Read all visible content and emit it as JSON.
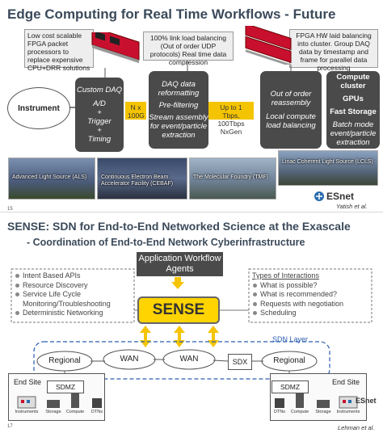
{
  "slide1": {
    "title": "Edge Computing for Real Time Workflows - Future",
    "note_left": "Low cost scalable FPGA packet processors to replace expensive CPU+DRR solutions",
    "note_mid": "100% link load balancing (Out of order UDP protocols) Real time data compression",
    "note_right": "FPGA HW laid balancing into cluster. Group DAQ data by timestamp and frame for parallel data processing",
    "instrument": "Instrument",
    "daq": {
      "title": "Custom DAQ",
      "l1": "A/D",
      "l2": "+",
      "l3": "Trigger",
      "l4": "+",
      "l5": "Timing"
    },
    "link1": "N x 100G",
    "reformat": {
      "l1": "DAQ data reformatting",
      "l2": "Pre-filtering",
      "l3": "Stream assembly for event/particle extraction"
    },
    "link2": "Up to 1 Tbps, 100Tbps NxGen",
    "reassembly": {
      "l1": "Out of order reassembly",
      "l2": "Local compute load balancing"
    },
    "cluster": {
      "l1": "Compute cluster",
      "l2": "GPUs",
      "l3": "Fast Storage",
      "l4": "Batch mode event/particle extraction"
    },
    "photos": [
      "Advanced Light Source (ALS)",
      "Continuous Electron Beam Accelerator Facility (CEBAF)",
      "The Molecular Foundry (TMF)",
      "Linac Coherent Light Source (LCLS)"
    ],
    "credit": "Yatish et al.",
    "page": "15",
    "logo": "ESnet"
  },
  "slide2": {
    "title": "SENSE: SDN for End-to-End Networked Science at the Exascale",
    "subtitle": "-   Coordination of End-to-End Network Cyberinfrastructure",
    "app": "Application Workflow Agents",
    "sense": "SENSE",
    "left_list": [
      "Intent Based APIs",
      "Resource Discovery",
      "Service Life Cycle",
      "Monitoring/Troubleshooting",
      "Deterministic Networking"
    ],
    "right_head": "Types of Interactions",
    "right_list": [
      "What is possible?",
      "What is recommended?",
      "Requests with negotiation",
      "Scheduling"
    ],
    "sdn_layer": "SDN Layer",
    "clouds": [
      "Regional",
      "WAN",
      "WAN",
      "Regional"
    ],
    "sdx": "SDX",
    "end_site": "End Site",
    "sdmz": "SDMZ",
    "left_devices": [
      "Instruments",
      "Storage",
      "Compute",
      "DTNs"
    ],
    "right_devices": [
      "DTNs",
      "Compute",
      "Storage",
      "Instruments"
    ],
    "credit": "Lehman et al.",
    "page": "17",
    "logo": "ESnet"
  },
  "colors": {
    "dark_box": "#4a4a4a",
    "yellow": "#f5c400",
    "sense_yellow": "#ffd400",
    "title": "#3b4a5a",
    "fpga_red": "#c8102e"
  }
}
